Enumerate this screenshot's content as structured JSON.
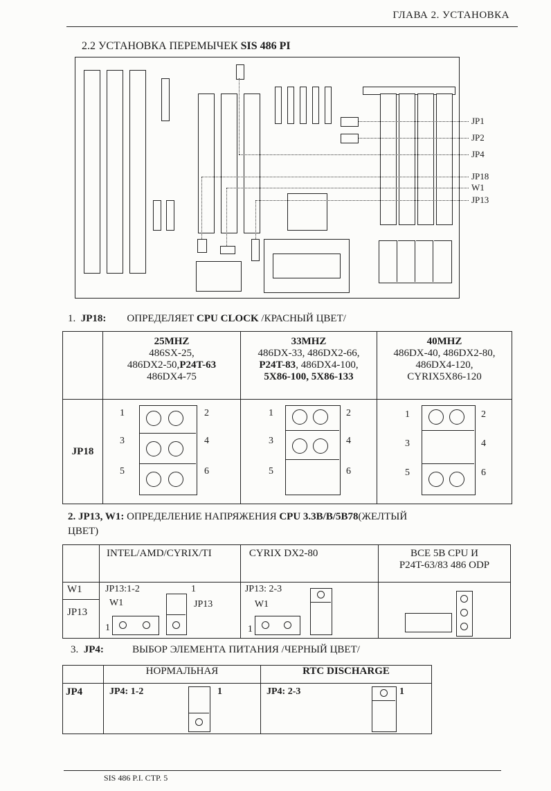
{
  "header": {
    "chapter": "ГЛАВА 2. УСТАНОВКА"
  },
  "section": {
    "title_prefix": "2.2 УСТАНОВКА ПЕРЕМЫЧЕК ",
    "title_bold": "SIS 486 PI"
  },
  "diagram": {
    "labels": [
      "JP1",
      "JP2",
      "JP4",
      "JP18",
      "W1",
      "JP13"
    ]
  },
  "jp18": {
    "heading_num": "1.",
    "heading_code": "JP18:",
    "heading_text_a": "ОПРЕДЕЛЯЕТ ",
    "heading_bold": "CPU CLOCK",
    "heading_text_b": " /КРАСНЫЙ ЦВЕТ/",
    "row_label": "JP18",
    "columns": [
      {
        "freq": "25MHZ",
        "line1": "486SX-25,",
        "line2a": "486DX2-50,",
        "line2b": "P24T-63",
        "line3": "486DX4-75",
        "line4": ""
      },
      {
        "freq": "33MHZ",
        "line1": "486DX-33, 486DX2-66,",
        "line2a": "P24T-83",
        "line2b": ", 486DX4-100,",
        "line3": "5X86-100, 5X86-133",
        "line4": ""
      },
      {
        "freq": "40MHZ",
        "line1": "486DX-40, 486DX2-80,",
        "line2a": "486DX4-120,",
        "line2b": "",
        "line3": "CYRIX5X86-120",
        "line4": ""
      }
    ],
    "pins": [
      "1",
      "2",
      "3",
      "4",
      "5",
      "6"
    ]
  },
  "jp13": {
    "heading_code": "2. JP13, W1:",
    "heading_text": " ОПРЕДЕЛЕНИЕ НАПРЯЖЕНИЯ ",
    "heading_bold": "CPU 3.3В/В/5В78",
    "heading_tail": "(ЖЕЛТЫЙ",
    "heading_line2": "ЦВЕТ)",
    "row_w1": "W1",
    "row_jp13": "JP13",
    "col1_head": "INTEL/AMD/CYRIX/TI",
    "col2_head": "CYRIX DX2-80",
    "col3_head_1": "ВСЕ 5В CPU И",
    "col3_head_2": "P24T-63/83 486 ODP",
    "c1_jp": "JP13:1-2",
    "c1_w1": "W1",
    "c1_jp13": "JP13",
    "c1_one_a": "1",
    "c1_one_b": "1",
    "c2_jp": "JP13: 2-3",
    "c2_w1": "W1",
    "c2_one": "1"
  },
  "jp4": {
    "heading_num": "3.",
    "heading_code": "JP4:",
    "heading_text": "ВЫБОР ЭЛЕМЕНТА ПИТАНИЯ /ЧЕРНЫЙ ЦВЕТ/",
    "row_label": "JP4",
    "col1_head": "НОРМАЛЬНАЯ",
    "col2_head": "RTC DISCHARGE",
    "c1_text": "JP4: 1-2",
    "c1_one": "1",
    "c2_text": "JP4: 2-3",
    "c2_one": "1"
  },
  "footer": {
    "text": "SIS 486 P.I. СТР. 5"
  }
}
